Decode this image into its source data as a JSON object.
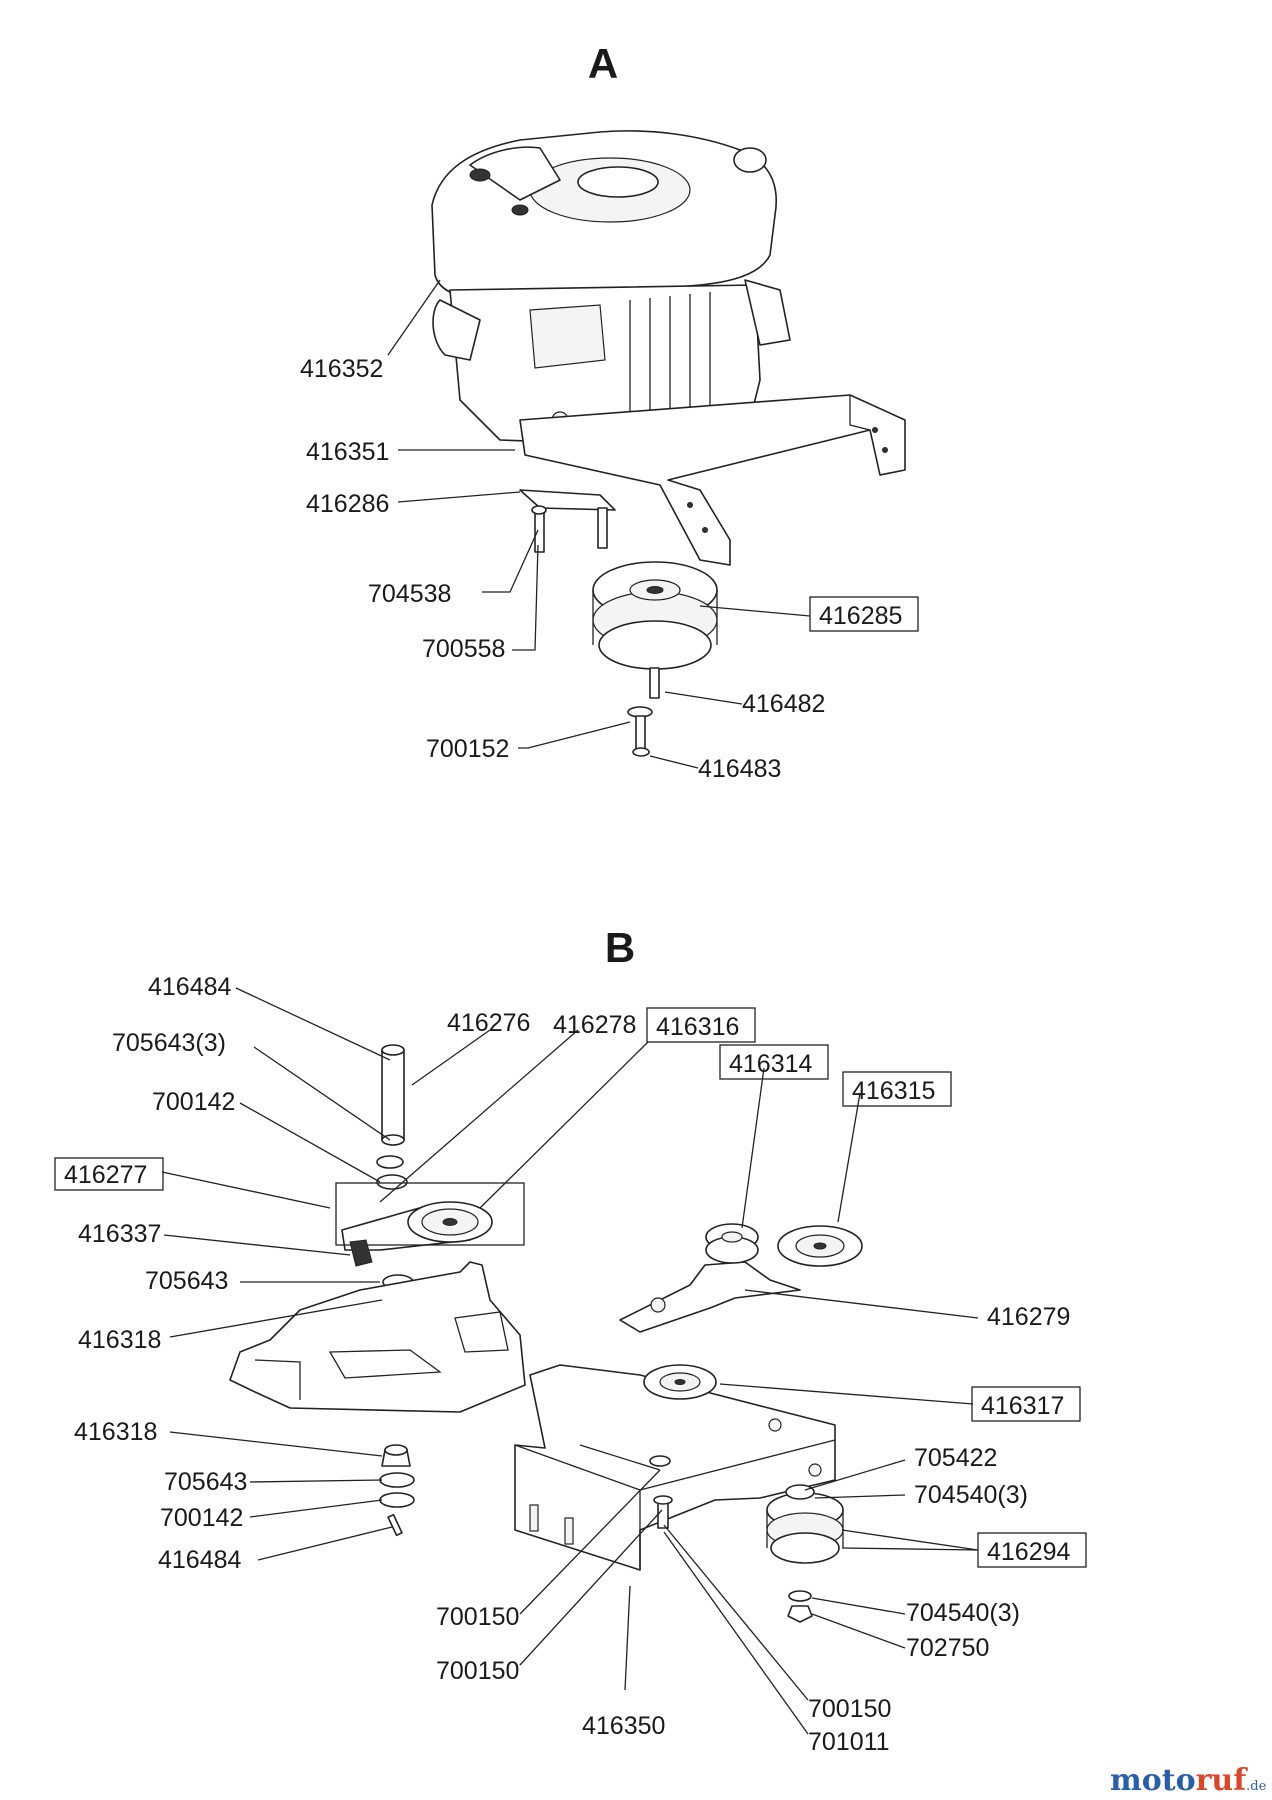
{
  "sections": {
    "a": "A",
    "b": "B"
  },
  "parts_a": {
    "p416352": "416352",
    "p416351": "416351",
    "p416286": "416286",
    "p704538": "704538",
    "p700558": "700558",
    "p416285": "416285",
    "p416482": "416482",
    "p700152": "700152",
    "p416483": "416483"
  },
  "parts_b": {
    "p416484_top": "416484",
    "p705643_3": "705643(3)",
    "p700142_top": "700142",
    "p416276": "416276",
    "p416278": "416278",
    "p416316": "416316",
    "p416314": "416314",
    "p416315": "416315",
    "p416277": "416277",
    "p416337": "416337",
    "p705643_mid": "705643",
    "p416318_mid": "416318",
    "p416279": "416279",
    "p416317": "416317",
    "p416318_low": "416318",
    "p705643_low": "705643",
    "p700142_low": "700142",
    "p416484_low": "416484",
    "p705422": "705422",
    "p704540_3a": "704540(3)",
    "p416294": "416294",
    "p704540_3b": "704540(3)",
    "p702750": "702750",
    "p700150_a": "700150",
    "p700150_b": "700150",
    "p416350": "416350",
    "p700150_c": "700150",
    "p701011": "701011"
  },
  "watermark": {
    "part1": "moto",
    "part2": "ruf",
    "suffix": ".de"
  }
}
